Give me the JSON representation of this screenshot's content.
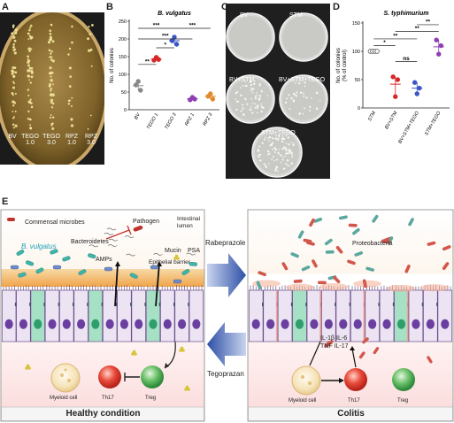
{
  "panels": {
    "A": {
      "letter": "A",
      "streak_labels": [
        {
          "name": "BV",
          "dose": ""
        },
        {
          "name": "TEGO",
          "dose": "1.0"
        },
        {
          "name": "TEGO",
          "dose": "3.0"
        },
        {
          "name": "RPZ",
          "dose": "1.0"
        },
        {
          "name": "RPZ",
          "dose": "3.0"
        }
      ]
    },
    "B": {
      "letter": "B"
    },
    "C": {
      "letter": "C",
      "plates": [
        "BV",
        "STM",
        "BV+STM",
        "BV+STM+TEGO",
        "STM+TEGO"
      ]
    },
    "D": {
      "letter": "D"
    },
    "E": {
      "letter": "E",
      "left": {
        "labels": {
          "commensal": "Commensal microbes",
          "bvulgatus": "B. vulgatus",
          "bacteroidetes": "Bacteroidetes",
          "pathogen": "Pathogen",
          "lumen": "Intestinal\nlumen",
          "amps": "AMPs",
          "mucin": "Mucin",
          "psa": "PSA",
          "barrier": "Epithelial barrier",
          "myeloid": "Myeloid cell",
          "th17": "Th17",
          "treg": "Treg"
        },
        "footer": "Healthy condition"
      },
      "right": {
        "labels": {
          "proteobacteria": "Proteobacteria",
          "cytokines_row1": "IL-1β IL-6",
          "cytokines_row2": "TNF IL-17",
          "myeloid": "Myeloid cell",
          "th17": "Th17",
          "treg": "Treg"
        },
        "footer": "Colitis"
      },
      "arrows": {
        "top": "Rabeprazole",
        "bottom": "Tegoprazan"
      }
    }
  },
  "chart_data": [
    {
      "type": "scatter",
      "panel": "B",
      "title": "B. vulgatus",
      "xlabel": "",
      "ylabel": "No. of colonies",
      "ylim": [
        0,
        250
      ],
      "yticks": [
        0,
        50,
        100,
        150,
        200,
        250
      ],
      "categories": [
        "BV",
        "TEGO 1",
        "TEGO 3",
        "RPZ 1",
        "RPZ 3"
      ],
      "colors": [
        "#888888",
        "#d62828",
        "#3a56c5",
        "#8e3fb0",
        "#e08a2c"
      ],
      "points": [
        [
          70,
          80,
          55
        ],
        [
          140,
          148,
          142
        ],
        [
          195,
          205,
          185
        ],
        [
          28,
          35,
          30
        ],
        [
          38,
          45,
          30
        ]
      ],
      "means": [
        68,
        143,
        195,
        31,
        38
      ],
      "sig": [
        {
          "from": 0,
          "to": 1,
          "level": 128,
          "label": "**"
        },
        {
          "from": 1,
          "to": 2,
          "level": 175,
          "label": "*"
        },
        {
          "from": 0,
          "to": 2,
          "level": 230,
          "label": "***"
        },
        {
          "from": 0,
          "to": 3,
          "level": 200,
          "label": "***"
        },
        {
          "from": 2,
          "to": 4,
          "level": 230,
          "label": "***"
        }
      ]
    },
    {
      "type": "scatter",
      "panel": "D",
      "title": "S. typhimurium",
      "xlabel": "",
      "ylabel": "No. of colonies\n(% of control)",
      "ylim": [
        0,
        150
      ],
      "yticks": [
        0,
        50,
        100,
        150
      ],
      "categories": [
        "STM",
        "BV+STM",
        "BV+STM+TEGO",
        "STM+TEGO"
      ],
      "colors": [
        "#555555",
        "#d62828",
        "#3a56c5",
        "#8e3fb0"
      ],
      "points": [
        [
          100,
          100,
          100,
          100
        ],
        [
          55,
          20,
          50
        ],
        [
          45,
          25,
          35
        ],
        [
          120,
          95,
          110
        ]
      ],
      "means": [
        100,
        42,
        35,
        108
      ],
      "sig": [
        {
          "from": 0,
          "to": 1,
          "level": 110,
          "label": "*"
        },
        {
          "from": 0,
          "to": 2,
          "level": 122,
          "label": "**"
        },
        {
          "from": 1,
          "to": 2,
          "level": 82,
          "label": "ns"
        },
        {
          "from": 1,
          "to": 3,
          "level": 135,
          "label": "**"
        },
        {
          "from": 2,
          "to": 3,
          "level": 147,
          "label": "**"
        }
      ]
    }
  ]
}
